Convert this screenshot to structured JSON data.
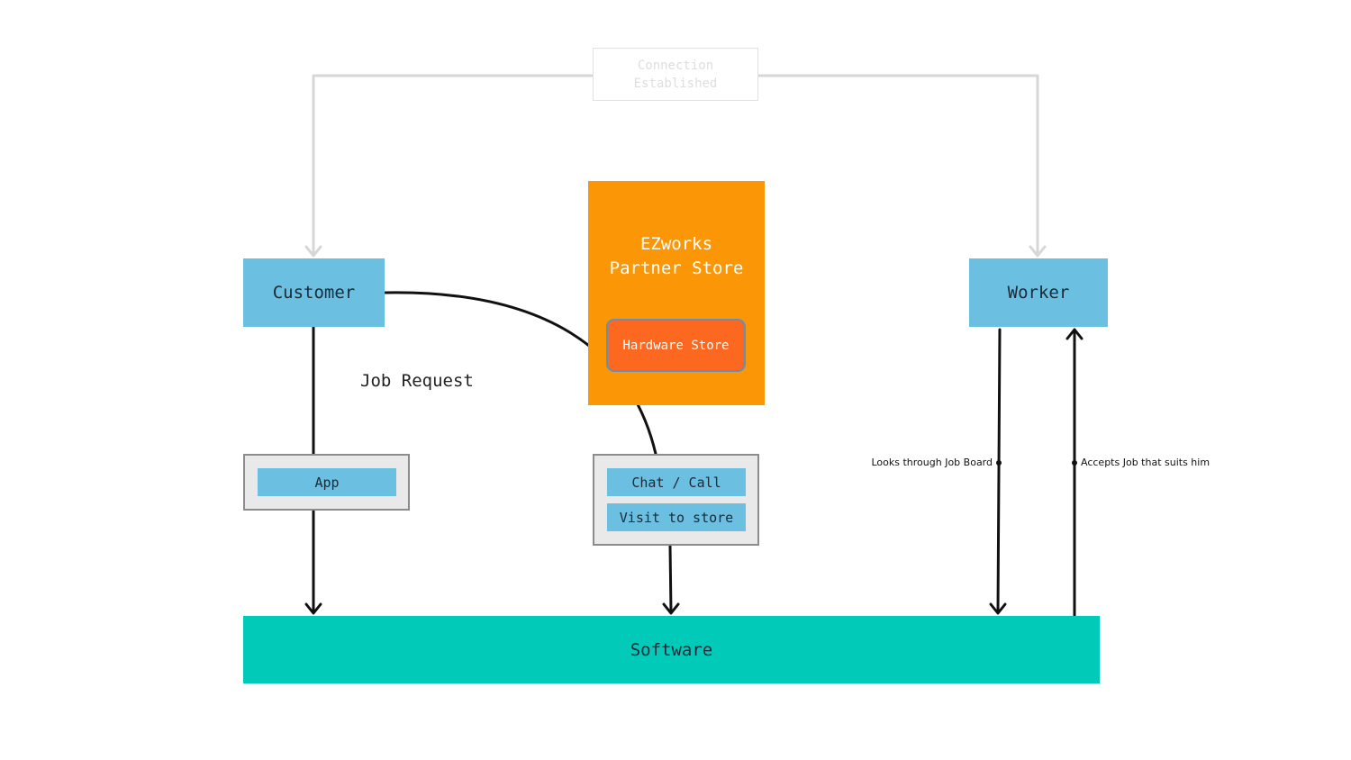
{
  "connection": {
    "line1": "Connection",
    "line2": "Established"
  },
  "customer": {
    "label": "Customer"
  },
  "worker": {
    "label": "Worker"
  },
  "partner_store": {
    "title_line1": "EZworks",
    "title_line2": "Partner Store",
    "hardware_label": "Hardware Store"
  },
  "job_request": {
    "label": "Job Request"
  },
  "app": {
    "label": "App"
  },
  "contact": {
    "chat_label": "Chat / Call",
    "visit_label": "Visit to store"
  },
  "software": {
    "label": "Software"
  },
  "worker_flow": {
    "looks_label": "Looks through Job Board",
    "accepts_label": "Accepts Job that suits him"
  },
  "colors": {
    "light_blue": "#6bbfe0",
    "orange": "#fb9606",
    "red_orange": "#fd6821",
    "teal": "#01cbb8",
    "gray_line": "#d7d7d7",
    "black": "#111111"
  },
  "icons": {
    "arrow_head": "chevron-arrow",
    "dot": "filled-circle"
  }
}
